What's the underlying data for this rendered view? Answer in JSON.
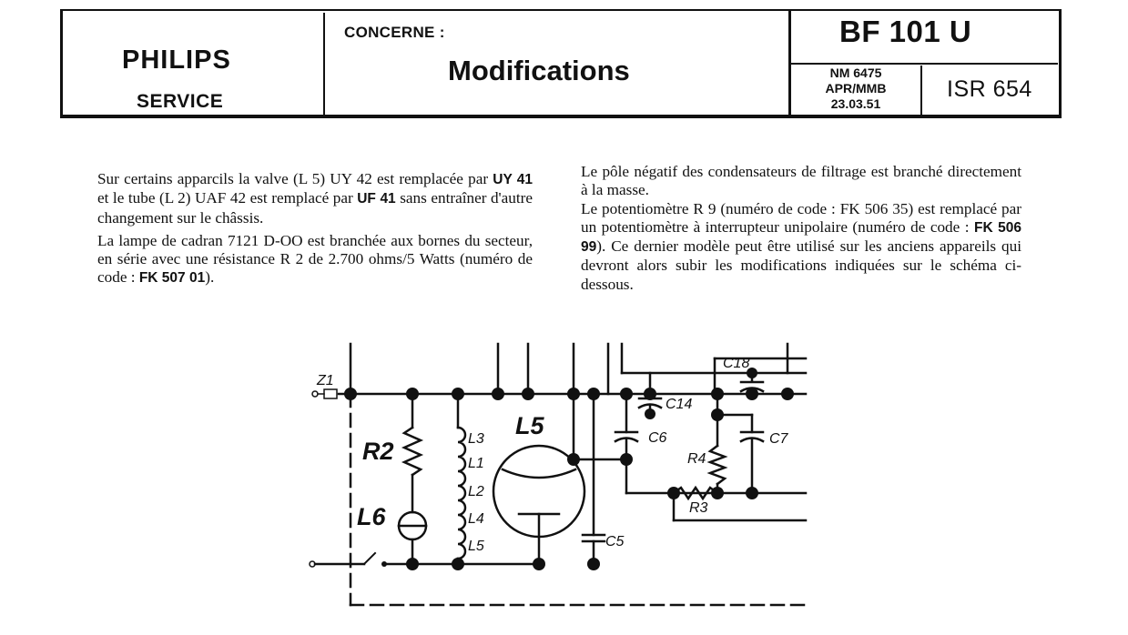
{
  "header": {
    "brand": "PHILIPS",
    "service": "SERVICE",
    "concerne_label": "CONCERNE :",
    "subject": "Modifications",
    "model": "BF 101 U",
    "ref_line1": "NM 6475",
    "ref_line2": "APR/MMB",
    "ref_line3": "23.03.51",
    "isr": "ISR 654"
  },
  "left_column": {
    "p1_a": "Sur certains apparcils la valve (L 5) UY 42 est remplacée par ",
    "p1_b1": "UY 41",
    "p1_c": " et le tube (L 2) UAF 42 est remplacé par ",
    "p1_b2": "UF 41",
    "p1_d": " sans entraîner d'autre changement sur le châssis.",
    "p2_a": "La lampe de cadran 7121 D-OO est branchée aux bornes du secteur, en série avec une résistance R 2 de 2.700 ohms/5 Watts (numéro de code : ",
    "p2_b": "FK 507 01",
    "p2_c": ")."
  },
  "right_column": {
    "p1": "Le pôle négatif des condensateurs de filtrage est branché directement à la masse.",
    "p2_a": "Le potentiomètre R 9 (numéro de code : FK 506 35) est remplacé par un potentiomètre à interrupteur unipolaire (numéro de code : ",
    "p2_b": "FK 506 99",
    "p2_c": "). Ce dernier modèle peut être utilisé sur les anciens appareils qui devront alors subir les modifications indiquées sur le schéma ci-dessous."
  },
  "schematic": {
    "label_z1": "Z1",
    "label_r2": "R2",
    "label_l6": "L6",
    "label_l5_tube": "L5",
    "coil_labels": [
      "L3",
      "L1",
      "L2",
      "L4",
      "L5"
    ],
    "label_c5": "C5",
    "label_c6": "C6",
    "label_c7": "C7",
    "label_c14": "C14",
    "label_c18": "C18",
    "label_r3": "R3",
    "label_r4": "R4"
  }
}
